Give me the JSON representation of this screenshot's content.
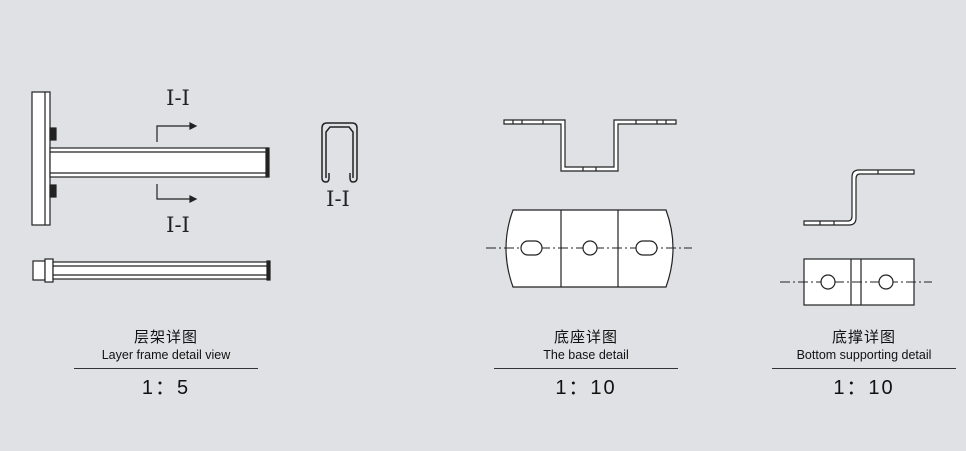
{
  "section_label": "I-I",
  "captions": [
    {
      "zh": "层架详图",
      "en": "Layer frame detail view",
      "scale": "1：5"
    },
    {
      "zh": "底座详图",
      "en": "The base detail",
      "scale": "1：10"
    },
    {
      "zh": "底撑详图",
      "en": "Bottom supporting detail",
      "scale": "1：10"
    }
  ]
}
